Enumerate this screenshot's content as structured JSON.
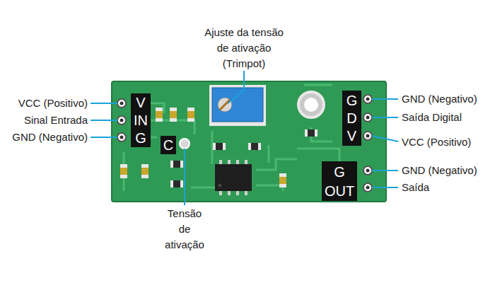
{
  "diagram": {
    "nodes": [
      {
        "text": [
          "V",
          "IN",
          "G"
        ]
      },
      {
        "text": [
          "C"
        ]
      },
      {
        "text": [
          "G",
          "D",
          "V"
        ]
      },
      {
        "text": [
          "G",
          "OUT"
        ]
      }
    ],
    "labels": [
      "Ajuste da tensão de ativação (Trimpot)",
      "VCC (Positivo)",
      "Sinal Entrada",
      "GND (Negativo)",
      "Tensão de ativação",
      "GND (Negativo)",
      "Saída Digital",
      "VCC (Positivo)",
      "GND (Negativo)",
      "Saída"
    ]
  }
}
